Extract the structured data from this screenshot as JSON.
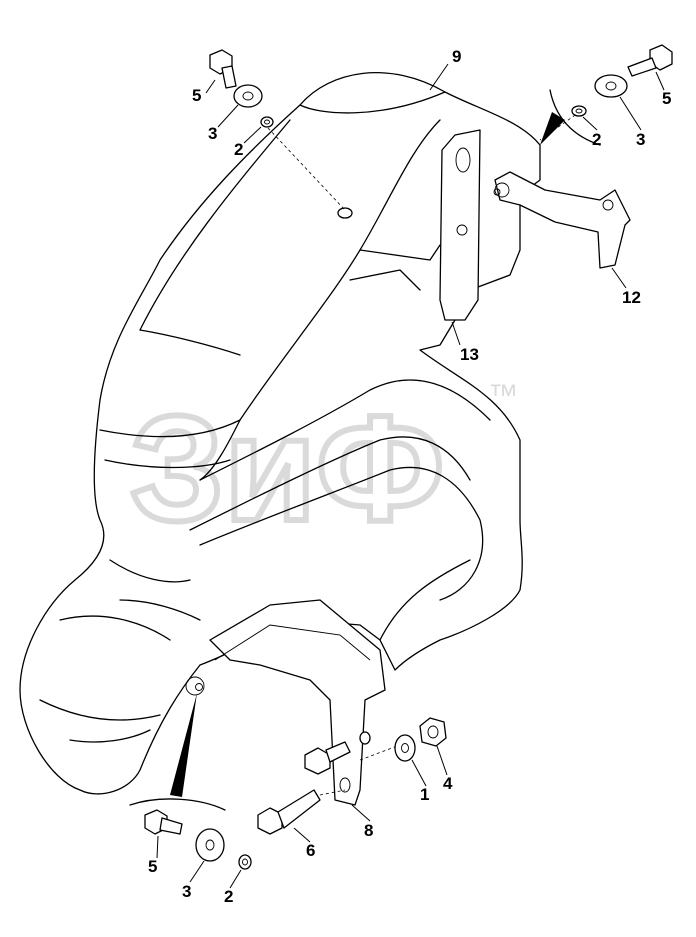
{
  "watermark": {
    "text": "ЗиФ",
    "trademark": "™",
    "color": "#c8c8c8"
  },
  "callouts": {
    "c9": "9",
    "c13": "13",
    "c12": "12",
    "c1": "1",
    "c4": "4",
    "c6": "6",
    "c8": "8",
    "top_left": {
      "bolt": "5",
      "washer": "3",
      "lockwasher": "2"
    },
    "top_right": {
      "bolt": "5",
      "washer": "3",
      "lockwasher": "2"
    },
    "bottom_left": {
      "bolt": "5",
      "washer": "3",
      "lockwasher": "2"
    }
  },
  "colors": {
    "line": "#000000",
    "background": "#ffffff"
  }
}
